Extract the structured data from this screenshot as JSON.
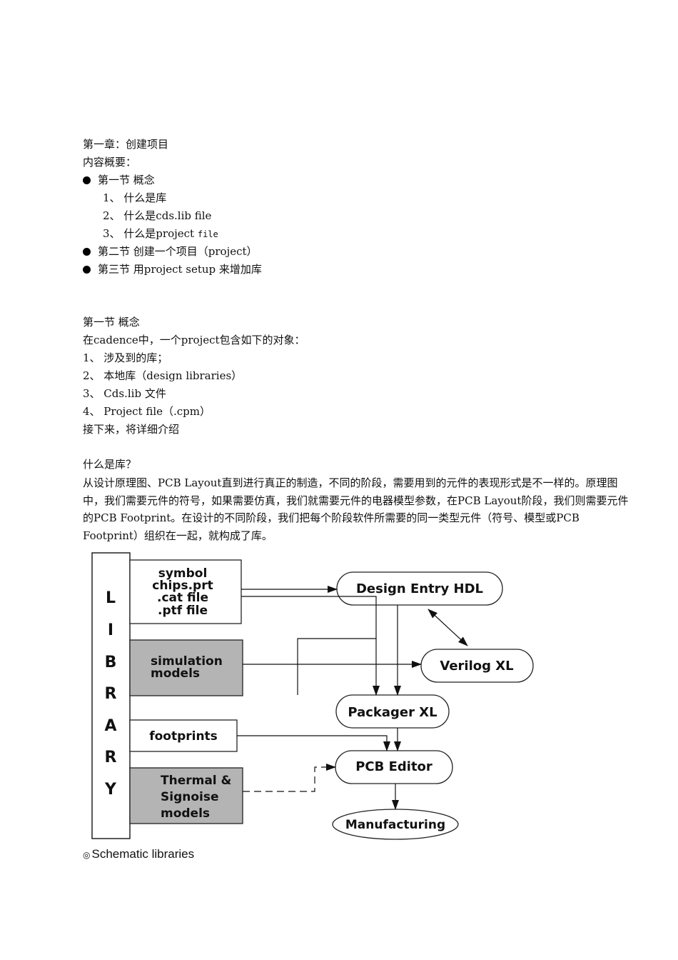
{
  "chapter_title": "第一章：创建项目",
  "overview_label": "内容概要：",
  "outline": {
    "s1": "第一节  概念",
    "s1_items": [
      "1、 什么是库",
      "2、 什么是cds.lib file",
      "3、 什么是project "
    ],
    "s1_item3_mono": "file",
    "s2": "第二节  创建一个项目（project）",
    "s3": "第三节  用project setup  来增加库"
  },
  "section1": {
    "heading": "第一节  概念",
    "intro": "在cadence中，一个project包含如下的对象：",
    "items": [
      "1、 涉及到的库；",
      "2、 本地库（design libraries）",
      "3、 Cds.lib  文件",
      "4、 Project file（.cpm）"
    ],
    "next": "接下来，将详细介绍"
  },
  "library_section": {
    "question": "什么是库？",
    "paragraph": "从设计原理图、PCB Layout直到进行真正的制造，不同的阶段，需要用到的元件的表现形式是不一样的。原理图中，我们需要元件的符号，如果需要仿真，我们就需要元件的电器模型参数，在PCB Layout阶段，我们则需要元件的PCB Footprint。在设计的不同阶段，我们把每个阶段软件所需要的同一类型元件（符号、模型或PCB Footprint）组织在一起，就构成了库。"
  },
  "diagram": {
    "library_letters": [
      "L",
      "I",
      "B",
      "R",
      "A",
      "R",
      "Y"
    ],
    "box_symbol": [
      "symbol",
      "chips.prt",
      ".cat file",
      ".ptf file"
    ],
    "box_simulation": [
      "simulation",
      "models"
    ],
    "box_footprints": "footprints",
    "box_thermal": [
      "Thermal &",
      "Signoise",
      "models"
    ],
    "node_design_entry": "Design Entry HDL",
    "node_verilog": "Verilog XL",
    "node_packager": "Packager XL",
    "node_pcb_editor": "PCB Editor",
    "node_manufacturing": "Manufacturing",
    "shaded_box_color": "#b4b4b4"
  },
  "caption": {
    "symbol": "◎",
    "text": "Schematic libraries"
  }
}
